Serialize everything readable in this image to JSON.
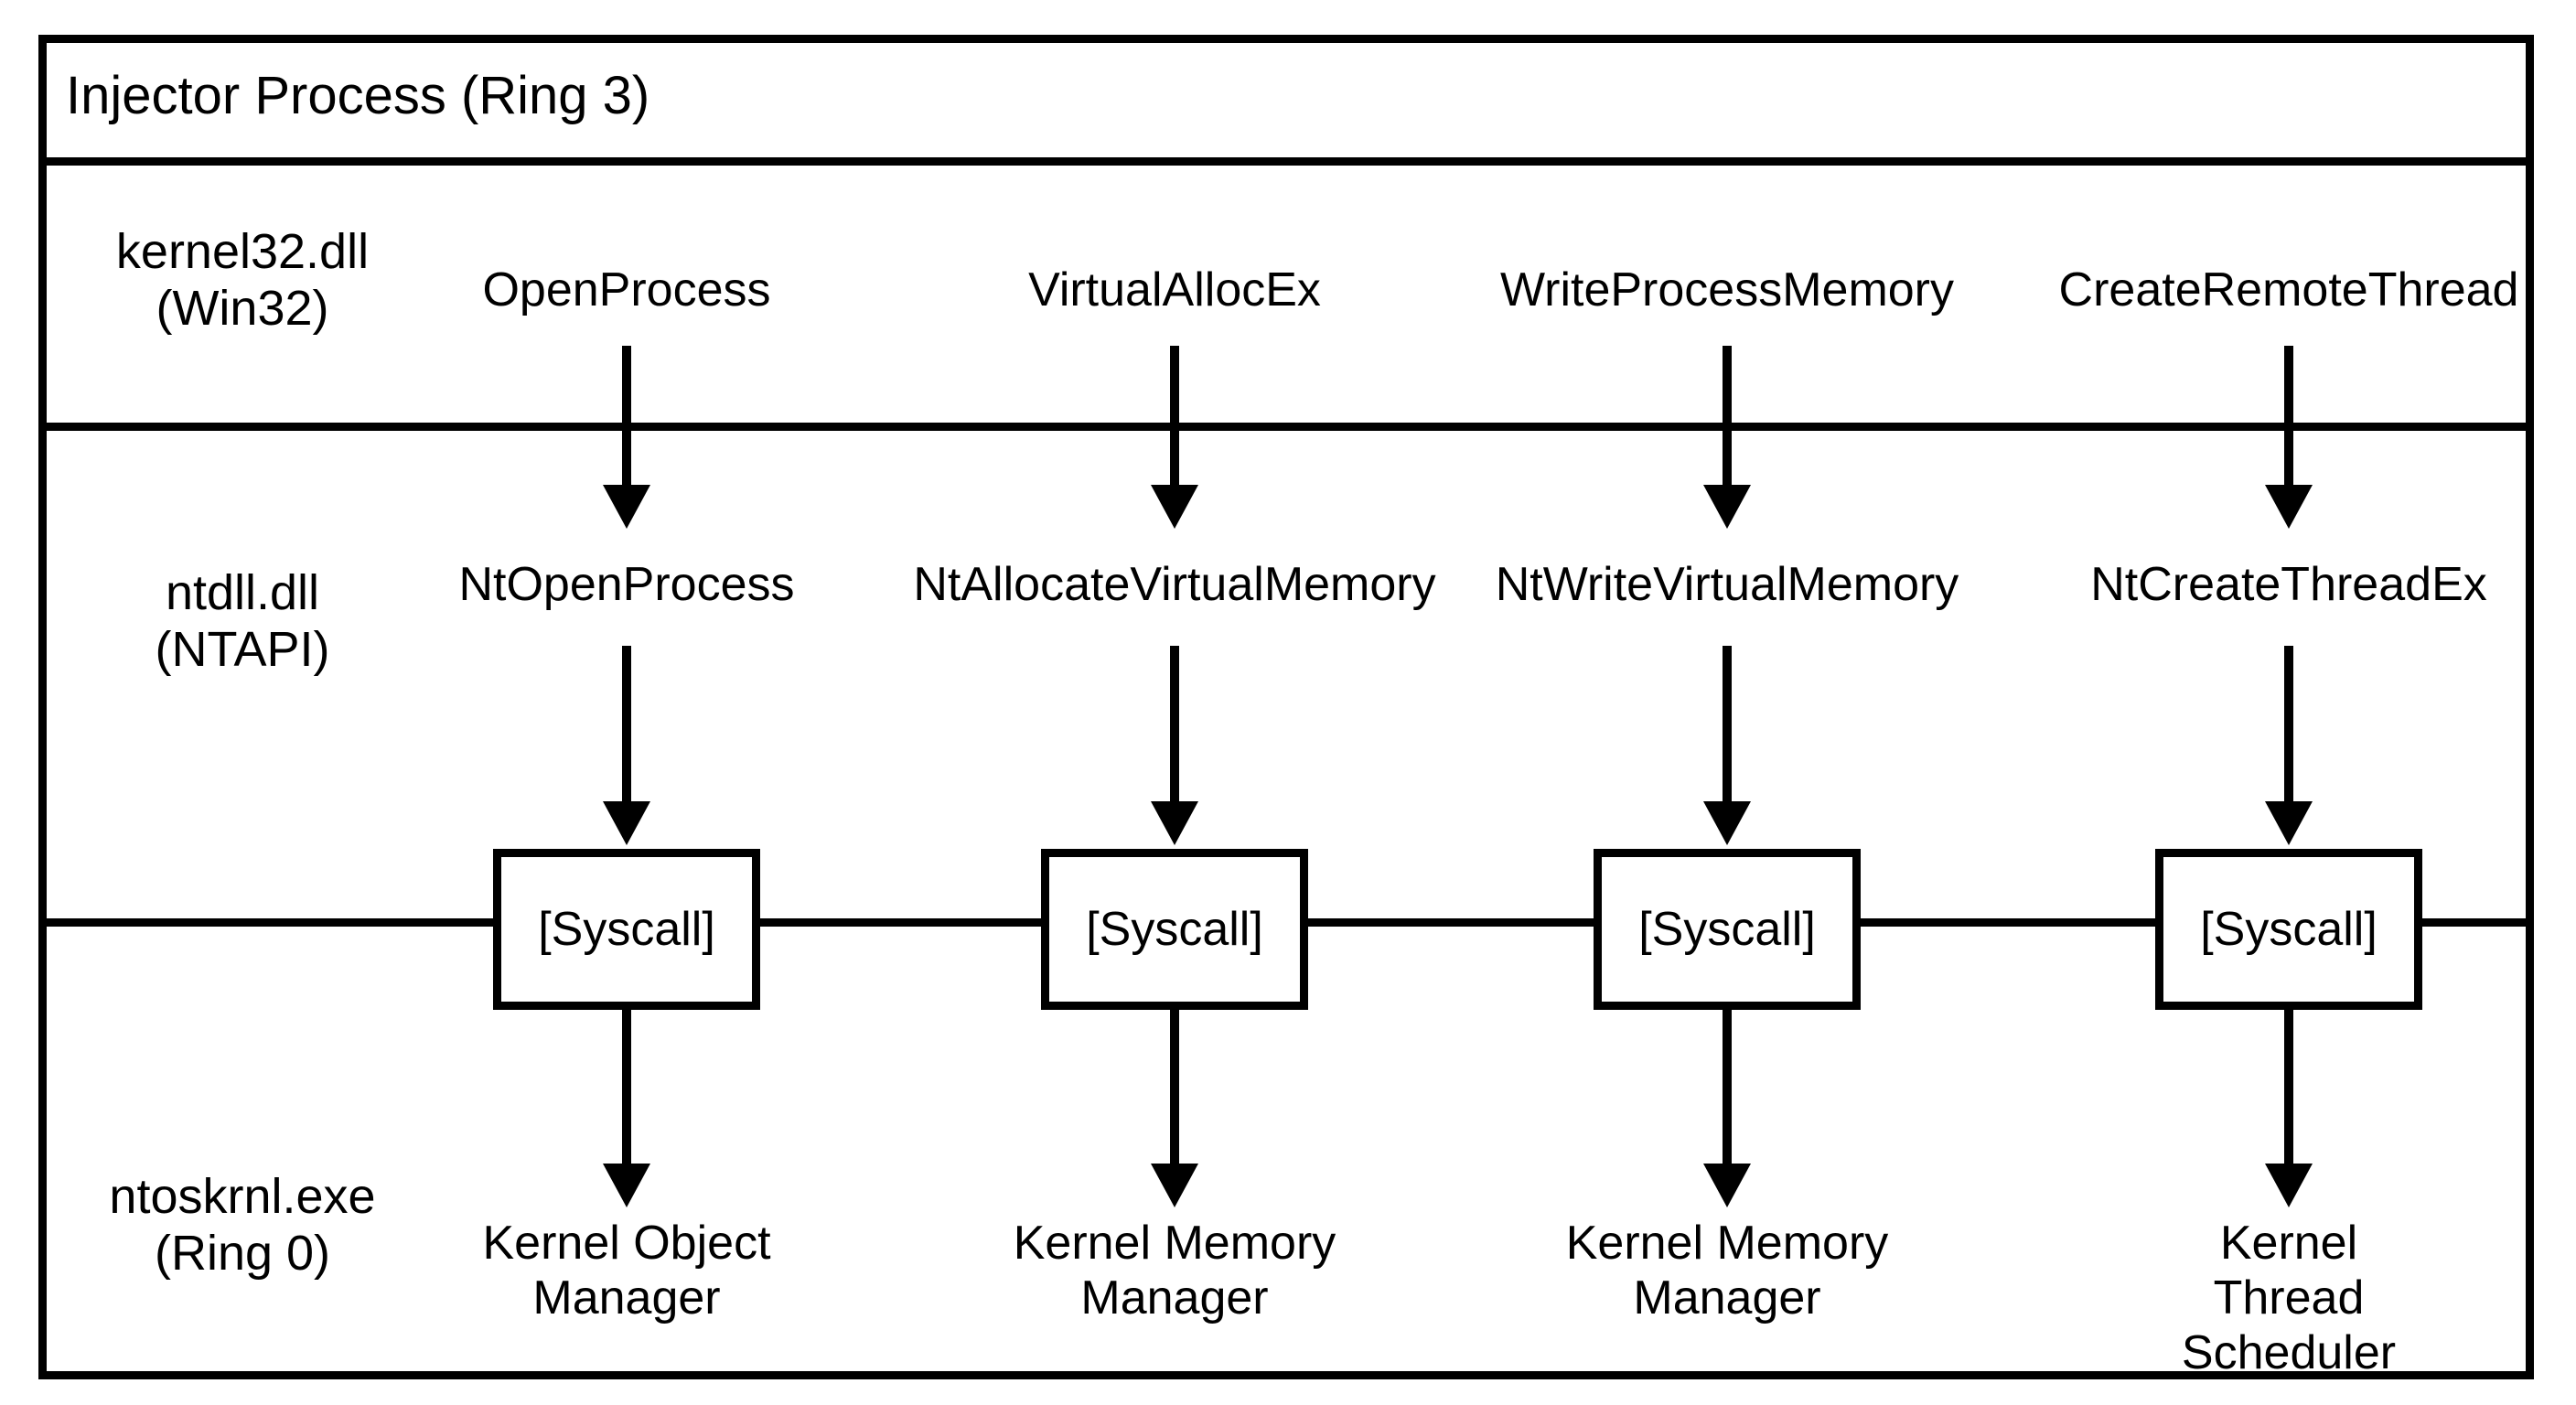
{
  "diagram": {
    "title": "Injector Process (Ring 3)",
    "bands": [
      {
        "id": "injector",
        "label": "Injector Process (Ring 3)"
      },
      {
        "id": "kernel32",
        "label": "kernel32.dll\n(Win32)"
      },
      {
        "id": "ntdll",
        "label": "ntdll.dll\n(NTAPI)"
      },
      {
        "id": "ntoskrnl",
        "label": "ntoskrnl.exe\n(Ring 0)"
      }
    ],
    "syscall_label": "[Syscall]",
    "columns": [
      {
        "win32": "OpenProcess",
        "ntapi": "NtOpenProcess",
        "syscall": "[Syscall]",
        "kernel": "Kernel Object\nManager"
      },
      {
        "win32": "VirtualAllocEx",
        "ntapi": "NtAllocateVirtualMemory",
        "syscall": "[Syscall]",
        "kernel": "Kernel Memory\nManager"
      },
      {
        "win32": "WriteProcessMemory",
        "ntapi": "NtWriteVirtualMemory",
        "syscall": "[Syscall]",
        "kernel": "Kernel Memory\nManager"
      },
      {
        "win32": "CreateRemoteThread",
        "ntapi": "NtCreateThreadEx",
        "syscall": "[Syscall]",
        "kernel": "Kernel Thread\nScheduler"
      }
    ],
    "colors": {
      "stroke": "#000000",
      "background": "#ffffff"
    }
  }
}
